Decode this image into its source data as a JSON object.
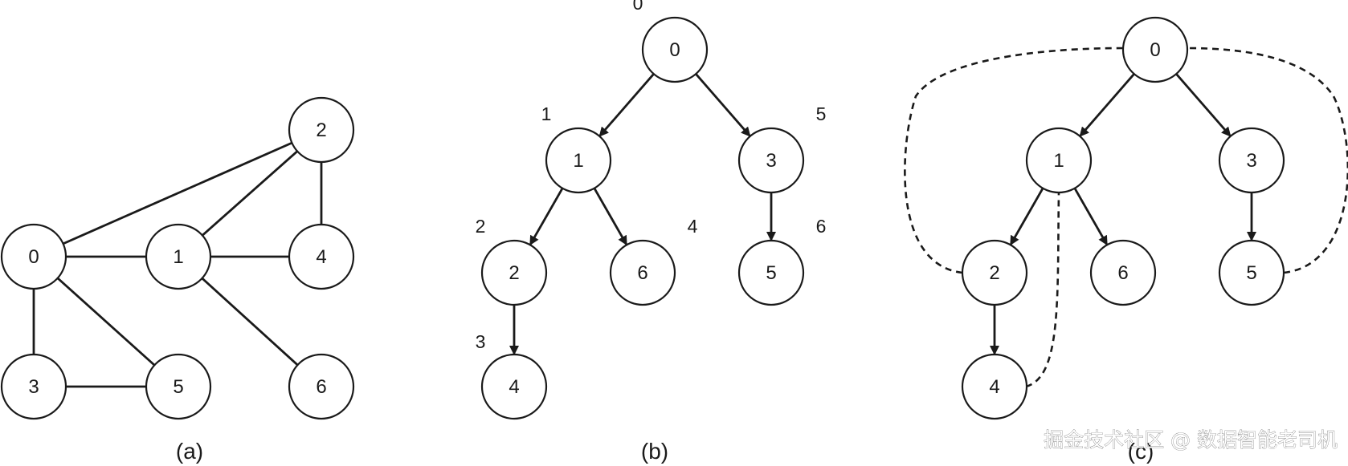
{
  "colors": {
    "ink": "#1a1a1a",
    "background": "#ffffff"
  },
  "panels": [
    {
      "id": "a",
      "caption": "(a)",
      "nodes": [
        "0",
        "1",
        "2",
        "3",
        "4",
        "5",
        "6"
      ],
      "edges": [
        [
          "0",
          "2"
        ],
        [
          "0",
          "1"
        ],
        [
          "0",
          "3"
        ],
        [
          "0",
          "5"
        ],
        [
          "1",
          "2"
        ],
        [
          "1",
          "4"
        ],
        [
          "1",
          "6"
        ],
        [
          "2",
          "4"
        ],
        [
          "3",
          "5"
        ]
      ]
    },
    {
      "id": "b",
      "caption": "(b)",
      "nodes": [
        "0",
        "1",
        "3",
        "2",
        "6",
        "5",
        "4"
      ],
      "tree_edges": [
        [
          "0",
          "1"
        ],
        [
          "0",
          "3"
        ],
        [
          "1",
          "2"
        ],
        [
          "1",
          "6"
        ],
        [
          "3",
          "5"
        ],
        [
          "2",
          "4"
        ]
      ],
      "visit_order": {
        "0": "0",
        "1": "1",
        "2": "2",
        "4": "3",
        "6": "4",
        "3": "5",
        "5": "6"
      }
    },
    {
      "id": "c",
      "caption": "(c)",
      "nodes": [
        "0",
        "1",
        "3",
        "2",
        "6",
        "5",
        "4"
      ],
      "tree_edges": [
        [
          "0",
          "1"
        ],
        [
          "0",
          "3"
        ],
        [
          "1",
          "2"
        ],
        [
          "1",
          "6"
        ],
        [
          "3",
          "5"
        ],
        [
          "2",
          "4"
        ]
      ],
      "back_edges": [
        [
          "2",
          "0"
        ],
        [
          "4",
          "1"
        ],
        [
          "5",
          "0"
        ]
      ]
    }
  ],
  "watermark": "掘金技术社区 @ 数据智能老司机"
}
